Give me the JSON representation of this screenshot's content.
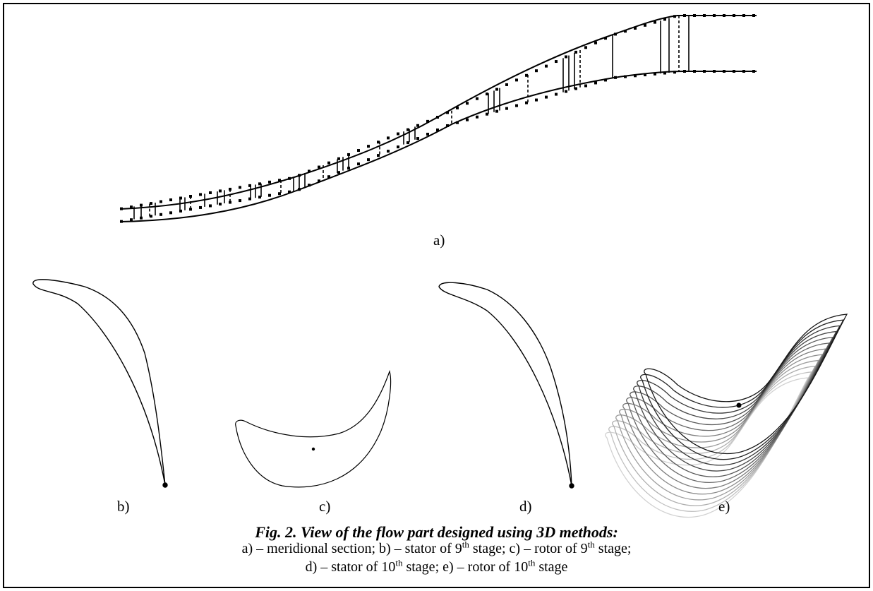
{
  "panels": {
    "a": {
      "label": "a)"
    },
    "b": {
      "label": "b)"
    },
    "c": {
      "label": "c)"
    },
    "d": {
      "label": "d)"
    },
    "e": {
      "label": "e)"
    }
  },
  "caption": {
    "title": "Fig. 2. View of the flow part designed using 3D methods:",
    "line1": [
      {
        "t": "a) – meridional section; b) – stator of 9"
      },
      {
        "sup": "th"
      },
      {
        "t": " stage; c) – rotor of 9"
      },
      {
        "sup": "th"
      },
      {
        "t": " stage;"
      }
    ],
    "line2": [
      {
        "t": "d) – stator of 10"
      },
      {
        "sup": "th"
      },
      {
        "t": " stage; e) – rotor of 10"
      },
      {
        "sup": "th"
      },
      {
        "t": " stage"
      }
    ]
  }
}
